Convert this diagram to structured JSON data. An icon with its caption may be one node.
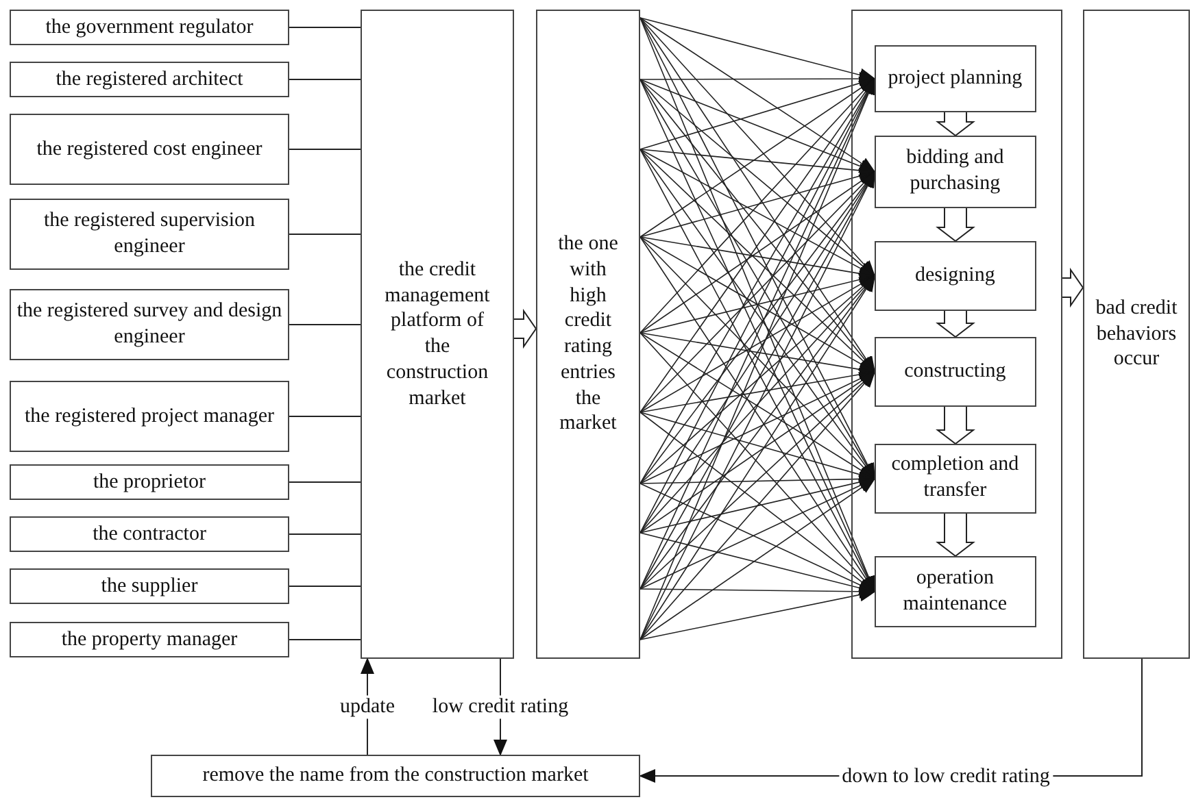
{
  "diagram": {
    "nodes": [
      {
        "text": [
          "the government regulator"
        ]
      },
      {
        "text": [
          "the registered architect"
        ]
      },
      {
        "text": [
          "the registered cost engineer"
        ]
      },
      {
        "text": [
          "the registered supervision engineer"
        ]
      },
      {
        "text": [
          "the registered survey and design engineer"
        ]
      },
      {
        "text": [
          "the registered project manager"
        ]
      },
      {
        "text": [
          "the proprietor"
        ]
      },
      {
        "text": [
          "the contractor"
        ]
      },
      {
        "text": [
          "the supplier"
        ]
      },
      {
        "text": [
          "the property manager"
        ]
      },
      {
        "text": [
          "the credit management platform of the construction market"
        ]
      },
      {
        "text": [
          "the one with high credit rating entries the market"
        ]
      },
      {
        "text": [],
        "shape": "box"
      },
      {
        "text": [
          "project planning"
        ],
        "in": 12
      },
      {
        "text": [
          "bidding and purchasing"
        ],
        "in": 12
      },
      {
        "text": [
          "designing"
        ],
        "in": 12
      },
      {
        "text": [
          "constructing"
        ],
        "in": 12
      },
      {
        "text": [
          "completion and transfer"
        ],
        "in": 12
      },
      {
        "text": [
          "operation maintenance"
        ],
        "in": 12
      },
      {
        "text": [
          "bad credit behaviors occur"
        ]
      },
      {
        "text": [
          "remove the name from the construction market"
        ]
      }
    ],
    "edges": [
      {
        "from": 0,
        "to": 10,
        "arrow": "none"
      },
      {
        "from": 1,
        "to": 10,
        "arrow": "none"
      },
      {
        "from": 2,
        "to": 10,
        "arrow": "none"
      },
      {
        "from": 3,
        "to": 10,
        "arrow": "none"
      },
      {
        "from": 4,
        "to": 10,
        "arrow": "none"
      },
      {
        "from": 5,
        "to": 10,
        "arrow": "none"
      },
      {
        "from": 6,
        "to": 10,
        "arrow": "none"
      },
      {
        "from": 7,
        "to": 10,
        "arrow": "none"
      },
      {
        "from": 8,
        "to": 10,
        "arrow": "none"
      },
      {
        "from": 9,
        "to": 10,
        "arrow": "none"
      },
      {
        "from": 10,
        "to": 11,
        "arrow": "to"
      },
      {
        "from": 11,
        "to": 13,
        "arrow": "to"
      },
      {
        "from": 11,
        "to": 14,
        "arrow": "to"
      },
      {
        "from": 11,
        "to": 15,
        "arrow": "to"
      },
      {
        "from": 11,
        "to": 16,
        "arrow": "to"
      },
      {
        "from": 11,
        "to": 17,
        "arrow": "to"
      },
      {
        "from": 11,
        "to": 18,
        "arrow": "to"
      },
      {
        "from": 11,
        "to": 13,
        "arrow": "to"
      },
      {
        "from": 11,
        "to": 14,
        "arrow": "to"
      },
      {
        "from": 11,
        "to": 15,
        "arrow": "to"
      },
      {
        "from": 11,
        "to": 16,
        "arrow": "to"
      },
      {
        "from": 11,
        "to": 17,
        "arrow": "to"
      },
      {
        "from": 11,
        "to": 18,
        "arrow": "to"
      },
      {
        "from": 11,
        "to": 13,
        "arrow": "to"
      },
      {
        "from": 11,
        "to": 14,
        "arrow": "to"
      },
      {
        "from": 11,
        "to": 15,
        "arrow": "to"
      },
      {
        "from": 11,
        "to": 16,
        "arrow": "to"
      },
      {
        "from": 11,
        "to": 17,
        "arrow": "to"
      },
      {
        "from": 11,
        "to": 18,
        "arrow": "to"
      },
      {
        "from": 11,
        "to": 13,
        "arrow": "to"
      },
      {
        "from": 11,
        "to": 14,
        "arrow": "to"
      },
      {
        "from": 11,
        "to": 15,
        "arrow": "to"
      },
      {
        "from": 11,
        "to": 16,
        "arrow": "to"
      },
      {
        "from": 11,
        "to": 17,
        "arrow": "to"
      },
      {
        "from": 11,
        "to": 18,
        "arrow": "to"
      },
      {
        "from": 11,
        "to": 13,
        "arrow": "to"
      },
      {
        "from": 11,
        "to": 14,
        "arrow": "to"
      },
      {
        "from": 11,
        "to": 15,
        "arrow": "to"
      },
      {
        "from": 11,
        "to": 16,
        "arrow": "to"
      },
      {
        "from": 11,
        "to": 17,
        "arrow": "to"
      },
      {
        "from": 11,
        "to": 18,
        "arrow": "to"
      },
      {
        "from": 11,
        "to": 13,
        "arrow": "to"
      },
      {
        "from": 11,
        "to": 14,
        "arrow": "to"
      },
      {
        "from": 11,
        "to": 15,
        "arrow": "to"
      },
      {
        "from": 11,
        "to": 16,
        "arrow": "to"
      },
      {
        "from": 11,
        "to": 17,
        "arrow": "to"
      },
      {
        "from": 11,
        "to": 18,
        "arrow": "to"
      },
      {
        "from": 11,
        "to": 13,
        "arrow": "to"
      },
      {
        "from": 11,
        "to": 14,
        "arrow": "to"
      },
      {
        "from": 11,
        "to": 15,
        "arrow": "to"
      },
      {
        "from": 11,
        "to": 16,
        "arrow": "to"
      },
      {
        "from": 11,
        "to": 17,
        "arrow": "to"
      },
      {
        "from": 11,
        "to": 18,
        "arrow": "to"
      },
      {
        "from": 11,
        "to": 13,
        "arrow": "to"
      },
      {
        "from": 11,
        "to": 14,
        "arrow": "to"
      },
      {
        "from": 11,
        "to": 15,
        "arrow": "to"
      },
      {
        "from": 11,
        "to": 16,
        "arrow": "to"
      },
      {
        "from": 11,
        "to": 17,
        "arrow": "to"
      },
      {
        "from": 11,
        "to": 18,
        "arrow": "to"
      },
      {
        "from": 11,
        "to": 13,
        "arrow": "to"
      },
      {
        "from": 11,
        "to": 14,
        "arrow": "to"
      },
      {
        "from": 11,
        "to": 15,
        "arrow": "to"
      },
      {
        "from": 11,
        "to": 16,
        "arrow": "to"
      },
      {
        "from": 11,
        "to": 17,
        "arrow": "to"
      },
      {
        "from": 11,
        "to": 18,
        "arrow": "to"
      },
      {
        "from": 11,
        "to": 13,
        "arrow": "to"
      },
      {
        "from": 11,
        "to": 14,
        "arrow": "to"
      },
      {
        "from": 11,
        "to": 15,
        "arrow": "to"
      },
      {
        "from": 11,
        "to": 16,
        "arrow": "to"
      },
      {
        "from": 11,
        "to": 17,
        "arrow": "to"
      },
      {
        "from": 11,
        "to": 18,
        "arrow": "to"
      },
      {
        "from": 13,
        "to": 14,
        "arrow": "to"
      },
      {
        "from": 14,
        "to": 15,
        "arrow": "to"
      },
      {
        "from": 15,
        "to": 16,
        "arrow": "to"
      },
      {
        "from": 16,
        "to": 17,
        "arrow": "to"
      },
      {
        "from": 17,
        "to": 18,
        "arrow": "to"
      },
      {
        "from": 12,
        "to": 19,
        "arrow": "to"
      },
      {
        "from": 10,
        "to": 20,
        "label": "low credit rating",
        "arrow": "to"
      },
      {
        "from": 20,
        "to": 10,
        "label": "update",
        "arrow": "to"
      },
      {
        "from": 19,
        "to": 20,
        "label": "down to low credit rating",
        "arrow": "to"
      }
    ]
  }
}
